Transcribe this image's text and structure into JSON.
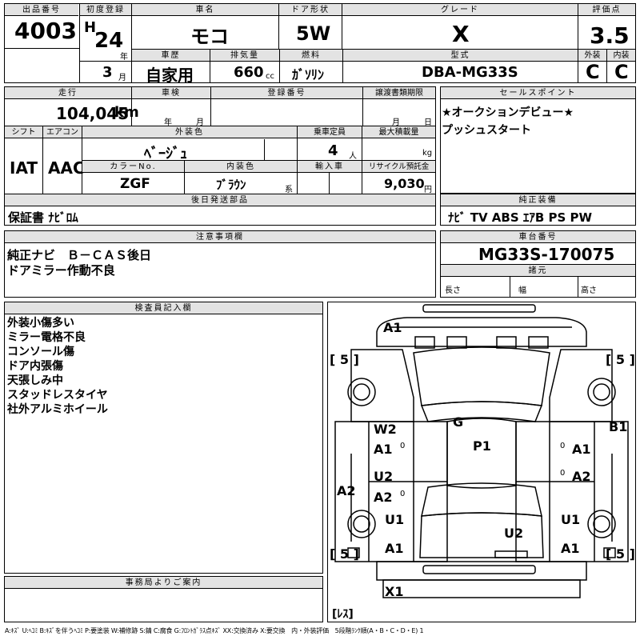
{
  "header": {
    "lot_label": "出品番号",
    "lot": "4003",
    "first_reg_label": "初度登録",
    "era": "H",
    "reg_year": "24",
    "year_unit": "年",
    "reg_month": "3",
    "month_unit": "月",
    "car_name_label": "車名",
    "car_name": "モコ",
    "door_label": "ドア形状",
    "door": "5W",
    "grade_label": "グレード",
    "grade": "X",
    "score_label": "評価点",
    "score": "3.5",
    "ext_label": "外装",
    "ext": "C",
    "int_label": "内装",
    "int": "C",
    "history_label": "車歴",
    "history": "自家用",
    "displacement_label": "排気量",
    "displacement": "660",
    "cc_unit": "cc",
    "fuel_label": "燃料",
    "fuel": "ｶﾞｿﾘﾝ",
    "model_label": "型式",
    "model": "DBA-MG33S"
  },
  "row2": {
    "mileage_label": "走行",
    "mileage": "104,045",
    "km_unit": "km",
    "inspection_label": "車検",
    "inspection_year_unit": "年",
    "inspection_month_unit": "月",
    "plate_label": "登録番号",
    "transfer_label": "譲渡書類期限",
    "transfer_month_unit": "月",
    "transfer_day_unit": "日",
    "shift_label": "シフト",
    "shift": "IAT",
    "ac_label": "エアコン",
    "ac": "AAC",
    "ext_color_label": "外装色",
    "ext_color": "ﾍﾞｰｼﾞｭ",
    "capacity_label": "乗車定員",
    "capacity": "4",
    "person_unit": "人",
    "load_label": "最大積載量",
    "kg_unit": "kg",
    "color_no_label": "カラーNo.",
    "color_no": "ZGF",
    "int_color_label": "内装色",
    "int_color": "ﾌﾞﾗｳﾝ",
    "int_color_unit": "系",
    "import_label": "輸入車",
    "recycle_label": "リサイクル預託金",
    "recycle": "9,030",
    "yen_unit": "円",
    "later_label": "後日発送部品",
    "later": "保証書 ﾅﾋﾞﾛﾑ"
  },
  "sales": {
    "label": "セールスポイント",
    "lines": [
      "★オークションデビュー★",
      "プッシュスタート"
    ]
  },
  "equip": {
    "label": "純正装備",
    "value": "ﾅﾋﾞ TV ABS ｴｱB PS PW"
  },
  "notes": {
    "label": "注意事項欄",
    "lines": [
      "純正ナビ　Ｂ－ＣＡＳ後日",
      "ドアミラー作動不良"
    ]
  },
  "chassis": {
    "label": "車台番号",
    "value": "MG33S-170075",
    "dims_label": "諸元",
    "length_label": "長さ",
    "width_label": "幅",
    "height_label": "高さ"
  },
  "inspector": {
    "label": "検査員記入欄",
    "lines": [
      "外装小傷多い",
      "ミラー電格不良",
      "コンソール傷",
      "ドア内張傷",
      "天張しみ中",
      "スタッドレスタイヤ",
      "社外アルミホイール"
    ]
  },
  "office": {
    "label": "事務局よりご案内"
  },
  "legend": "A:ｷｽﾞ U:ﾍｺﾐ B:ｷｽﾞを伴うﾍｺﾐ P:要塗装 W:補修跡 S:錆 C:腐食 G:ﾌﾛﾝﾄｶﾞﾗｽ点ｷｽﾞ XX:交換済み X:要交換　内・外装評価　5段階ﾗﾝｸ順(A・B・C・D・E) 1",
  "diagram": {
    "front_left": "A1",
    "tire_fl": "[ 5 ]",
    "tire_fr": "[ 5 ]",
    "tire_rl": "[ 5 ]",
    "tire_rr": "[ 5 ]",
    "glass": "G",
    "roof": "P1",
    "door_fl_w": "W2",
    "door_fl_a": "A1",
    "door_fl_zero": "0",
    "door_fr_a": "A1",
    "door_fr_zero": "0",
    "pillar_r": "B1",
    "door_rl_u": "U2",
    "door_rl_a": "A2",
    "door_rl_zero": "0",
    "door_rr_a": "A2",
    "door_rr_zero": "0",
    "side_l": "A2",
    "fender_rl_u": "U1",
    "fender_rl_a": "A1",
    "fender_rr_u": "U1",
    "fender_rr_a": "A1",
    "rear_u": "U2",
    "rear_x": "X1",
    "tire_spare": "[ﾚｽ]"
  }
}
